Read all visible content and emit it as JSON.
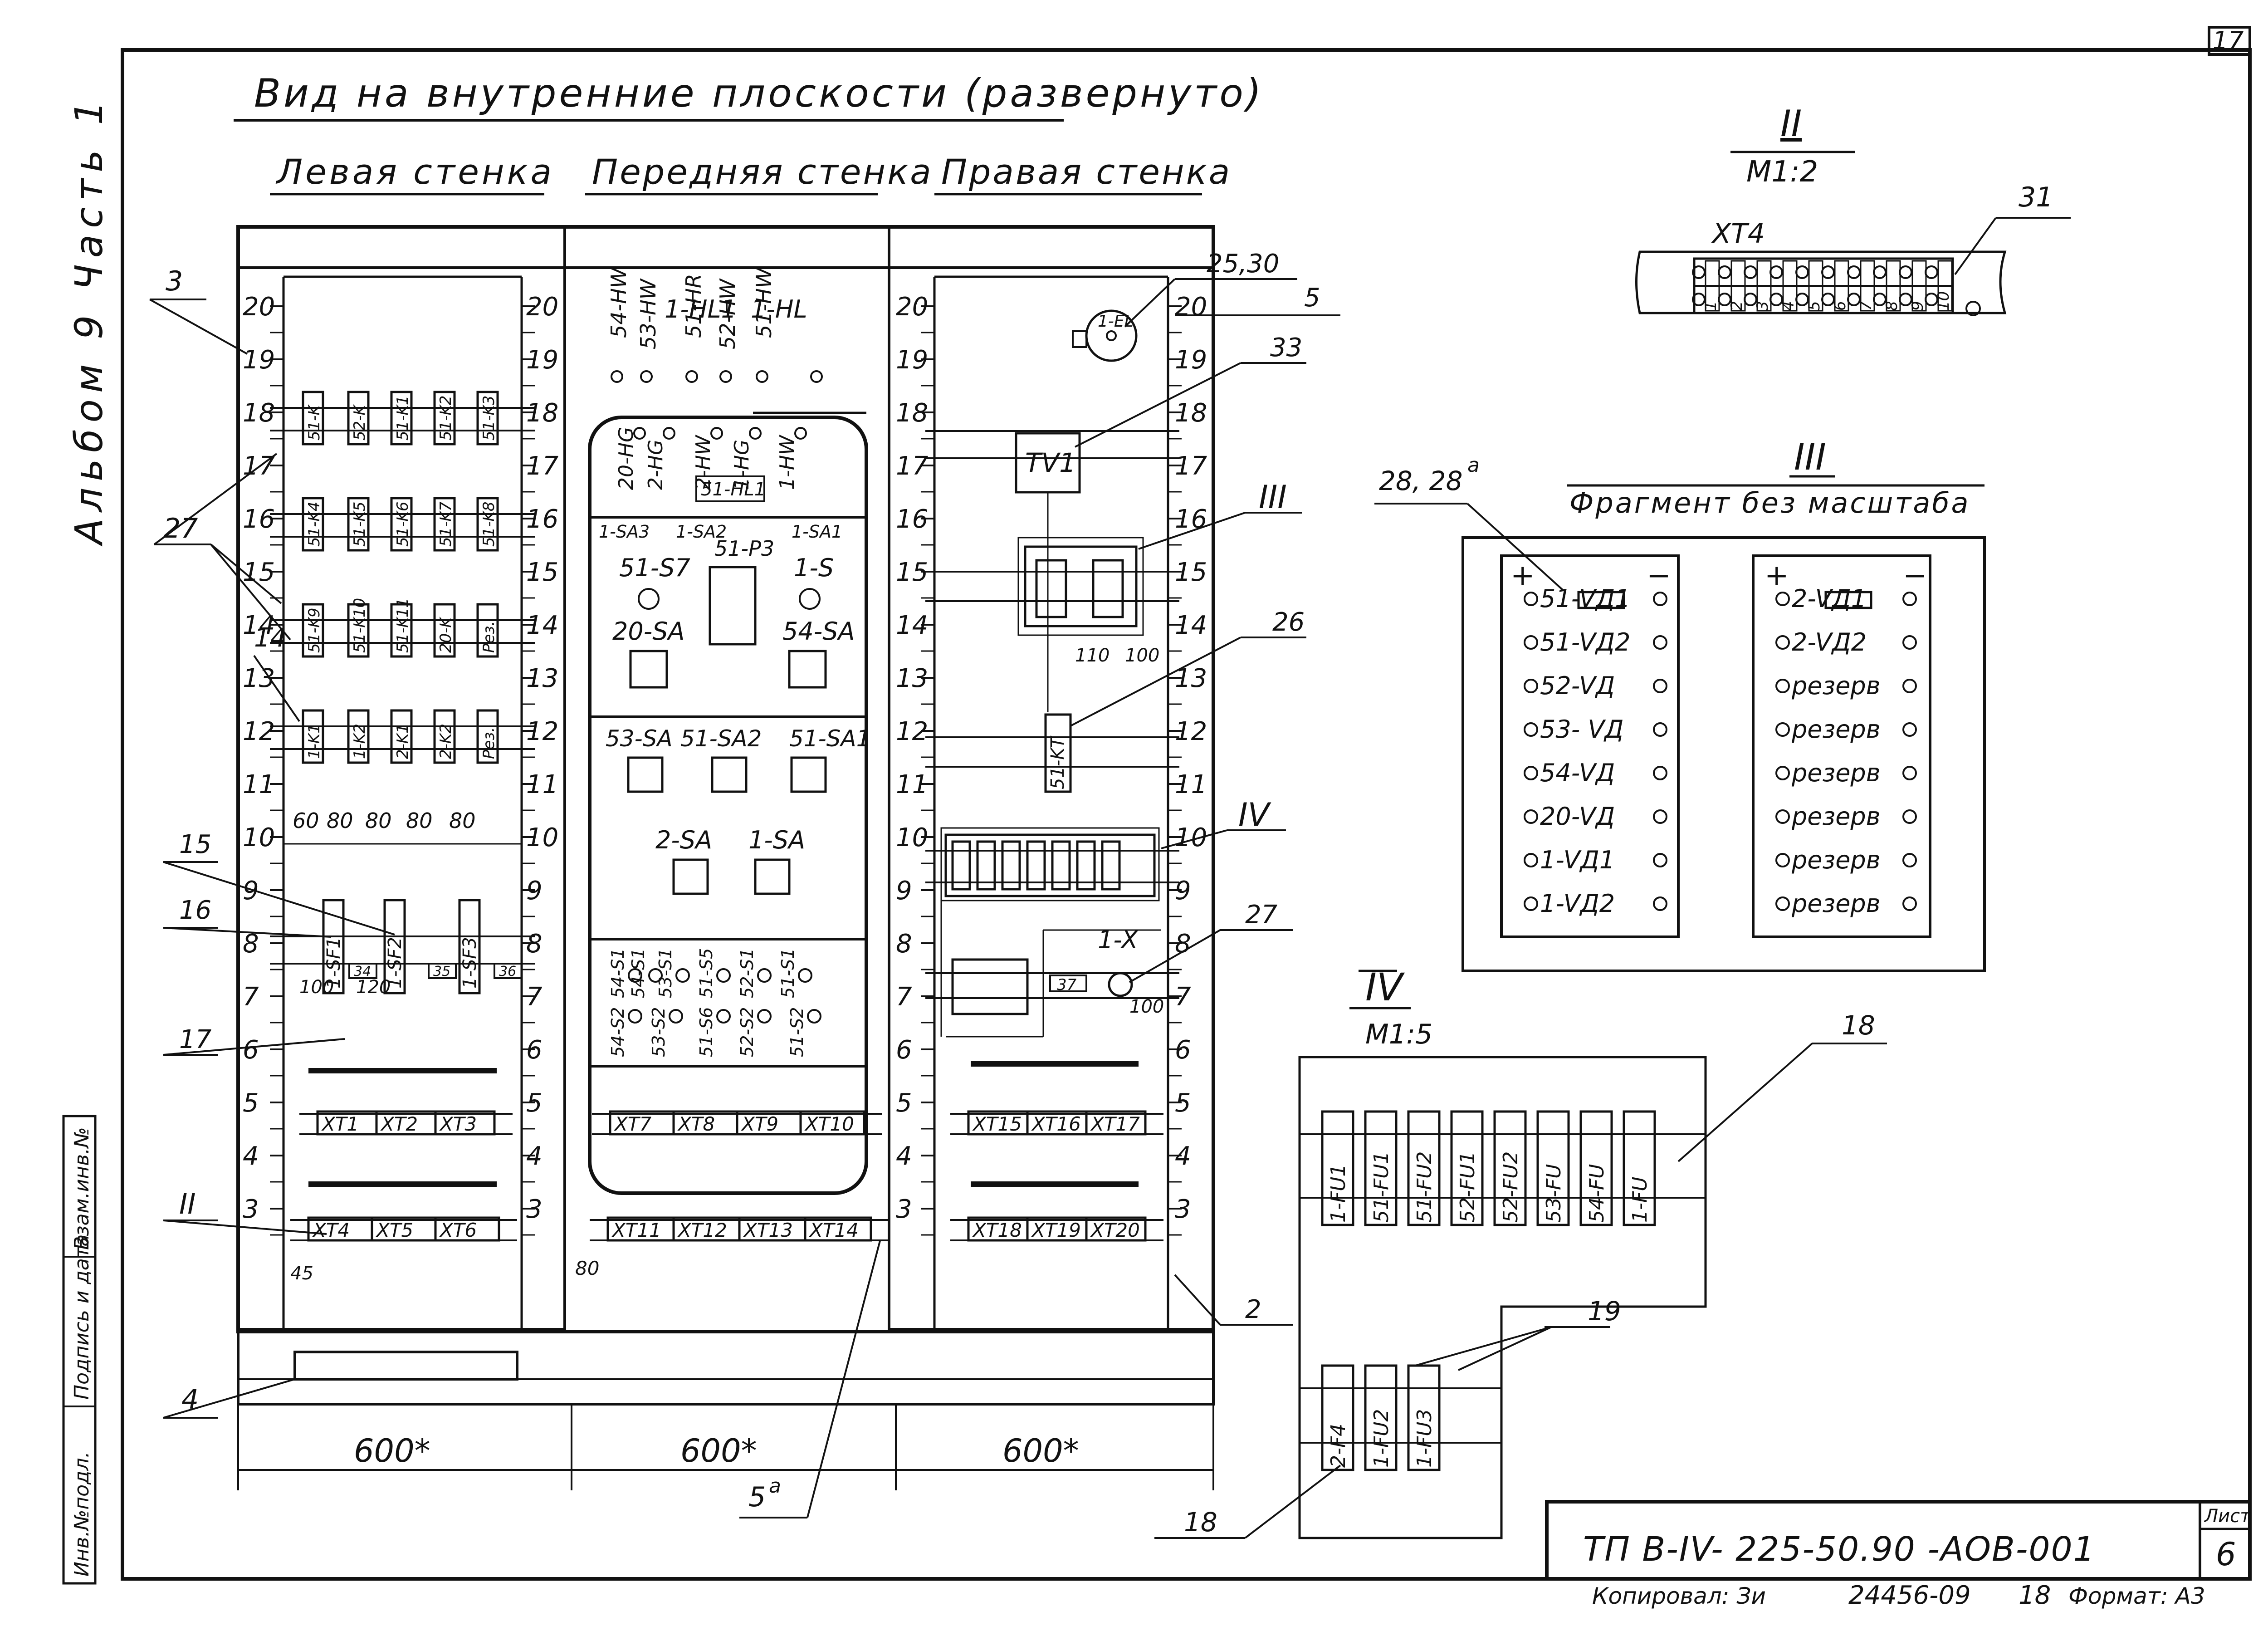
{
  "sheet_number": "17",
  "side_album": {
    "text": "Альбом 9 Часть 1"
  },
  "side_stamp": [
    "Инв.№подл.",
    "Подпись и дата",
    "Взам.инв.№"
  ],
  "main_title": "Вид на внутренние плоскости (развернуто)",
  "left_wall": {
    "title": "Левая стенка",
    "upper_relays": [
      "51-K",
      "52-K",
      "51-K1",
      "51-K2",
      "51-K3"
    ],
    "relays_row16": [
      "51-K4",
      "51-K5",
      "51-K6",
      "51-K7",
      "51-K8"
    ],
    "relays_row14": [
      "51-K9",
      "51-K10",
      "51-K11",
      "20-K",
      "Рез."
    ],
    "relays_row12": [
      "1-K1",
      "1-K2",
      "2-K1",
      "2-K2",
      "Рез."
    ],
    "spacing": [
      "60",
      "80",
      "80",
      "80",
      "80"
    ],
    "breakers": [
      "1-SF1",
      "1-SF2",
      "1-SF3"
    ],
    "breaker_marks": [
      "34",
      "35",
      "36"
    ],
    "breaker_dims": [
      "100",
      "120"
    ],
    "terminals_row5": [
      "XT1",
      "XT2",
      "XT3"
    ],
    "terminals_row3": [
      "XT4",
      "XT5",
      "XT6"
    ],
    "dim_45": "45",
    "dim_width": "600*"
  },
  "front_wall": {
    "title": "Передняя стенка",
    "top_labels": [
      "1-HL1",
      "1-HL"
    ],
    "lamps_vertical": [
      "54-HW",
      "53-HW",
      "51-HR",
      "52-HW",
      "51-HW"
    ],
    "lamps_panel": [
      "20-HG",
      "2-HG",
      "2-HW",
      "1-HG",
      "1-HW"
    ],
    "lamp_box": "51-HL1",
    "sa_labels": [
      "1-SA3",
      "1-SA2",
      "1-SA1"
    ],
    "s7": "51-S7",
    "p3": "51-P3",
    "s": "1-S",
    "sa20": "20-SA",
    "sa54": "54-SA",
    "row2": [
      "53-SA",
      "51-SA2",
      "51-SA1"
    ],
    "row3": [
      "2-SA",
      "1-SA"
    ],
    "buttons_top": [
      "54-S1",
      "54-S1",
      "53-S1",
      "51-S5",
      "52-S1",
      "51-S1"
    ],
    "buttons_bot": [
      "54-S2",
      "53-S2",
      "51-S6",
      "52-S2",
      "51-S2"
    ],
    "terminals_row5": [
      "XT7",
      "XT8",
      "XT9",
      "XT10"
    ],
    "terminals_row3": [
      "XT11",
      "XT12",
      "XT13",
      "XT14"
    ],
    "dim_80": "80",
    "dim_width": "600*"
  },
  "right_wall": {
    "title": "Правая стенка",
    "lamp": "1-EL",
    "tv": "TV1",
    "kt": "51-KT",
    "dims_100": [
      "110",
      "100"
    ],
    "socket": "1-X",
    "mark_37": "37",
    "dim_socket": "100",
    "terminals_row5": [
      "XT15",
      "XT16",
      "XT17"
    ],
    "terminals_row3": [
      "XT18",
      "XT19",
      "XT20"
    ],
    "dim_width": "600*"
  },
  "scale_numbers": [
    "20",
    "19",
    "18",
    "17",
    "16",
    "15",
    "14",
    "13",
    "12",
    "11",
    "10",
    "9",
    "8",
    "7",
    "6",
    "5",
    "4",
    "3"
  ],
  "callouts": {
    "c3": "3",
    "c27a": "27",
    "c14": "14",
    "c15": "15",
    "c16": "16",
    "c17": "17",
    "cII": "II",
    "c4": "4",
    "c2530": "25,30",
    "c5": "5",
    "c33": "33",
    "cIII": "III",
    "c26": "26",
    "cIV": "IV",
    "c27b": "27",
    "c2": "2",
    "c5a": "5",
    "c5a_sup": "a"
  },
  "detail_II": {
    "title": "II",
    "scale": "М1:2",
    "terminal": "XT4",
    "callout": "31",
    "numbers": [
      "1",
      "2",
      "3",
      "4",
      "5",
      "6",
      "7",
      "8",
      "9",
      "10"
    ]
  },
  "detail_III": {
    "title": "III",
    "subtitle": "Фрагмент без масштаба",
    "callout": "28, 28",
    "callout_sup": "a",
    "plus": "+",
    "minus": "−",
    "left": [
      "51-VД1",
      "51-VД2",
      "52-VД",
      "53- VД",
      "54-VД",
      "20-VД",
      "1-VД1",
      "1-VД2"
    ],
    "right": [
      "2-VД1",
      "2-VД2",
      "резерв",
      "резерв",
      "резерв",
      "резерв",
      "резерв",
      "резерв"
    ]
  },
  "detail_IV": {
    "title": "IV",
    "scale": "М1:5",
    "fuses_top": [
      "1-FU1",
      "51-FU1",
      "51-FU2",
      "52-FU1",
      "52-FU2",
      "53-FU",
      "54-FU",
      "1-FU"
    ],
    "fuses_bot": [
      "2-F4",
      "1-FU2",
      "1-FU3"
    ],
    "callout_top": "18",
    "callout_19": "19",
    "callout_bot": "18"
  },
  "title_block": {
    "code": "ТП  В-IV- 225-50.90  -АОВ-001",
    "sheet_label": "Лист",
    "sheet_value": "6"
  },
  "footer": {
    "copied": "Копировал: Зи",
    "number": "24456-09",
    "num2": "18",
    "format": "Формат: А3"
  }
}
